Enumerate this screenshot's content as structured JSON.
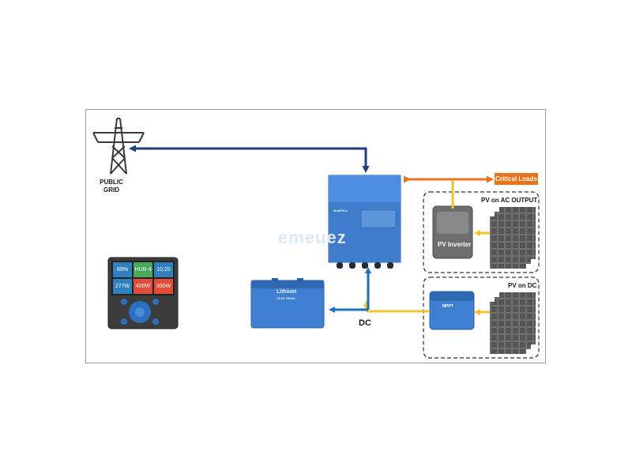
{
  "labels": {
    "public_grid": "PUBLIC\nGRID",
    "critical_loads": "Critical Loads",
    "pv_on_ac_output": "PV on AC OUTPUT",
    "pv_on_dc": "PV on DC",
    "pv_inverter": "PV Inverter",
    "dc": "DC",
    "watermark": "emeuez",
    "multiplus": "MultiPlus",
    "lithium": "Lithium",
    "lithium_sub": "12.8V 200Ah",
    "mppt": "MPPT"
  },
  "color_control": {
    "tiles": [
      {
        "text": "89%",
        "color": "#2f7fc1"
      },
      {
        "text": "HUB-4",
        "color": "#48a95a"
      },
      {
        "text": "10:25",
        "color": "#2f7fc1"
      },
      {
        "text": "277W",
        "color": "#2f7fc1"
      },
      {
        "text": "400W",
        "color": "#e24c3b"
      },
      {
        "text": "300W",
        "color": "#e24c3b"
      }
    ]
  },
  "colors": {
    "grid_line": "#1f3f79",
    "dc_line": "#1f6fba",
    "ac_output_line": "#e8731c",
    "pv_line": "#f2c12e",
    "victron_blue": "#3e7fd1"
  }
}
